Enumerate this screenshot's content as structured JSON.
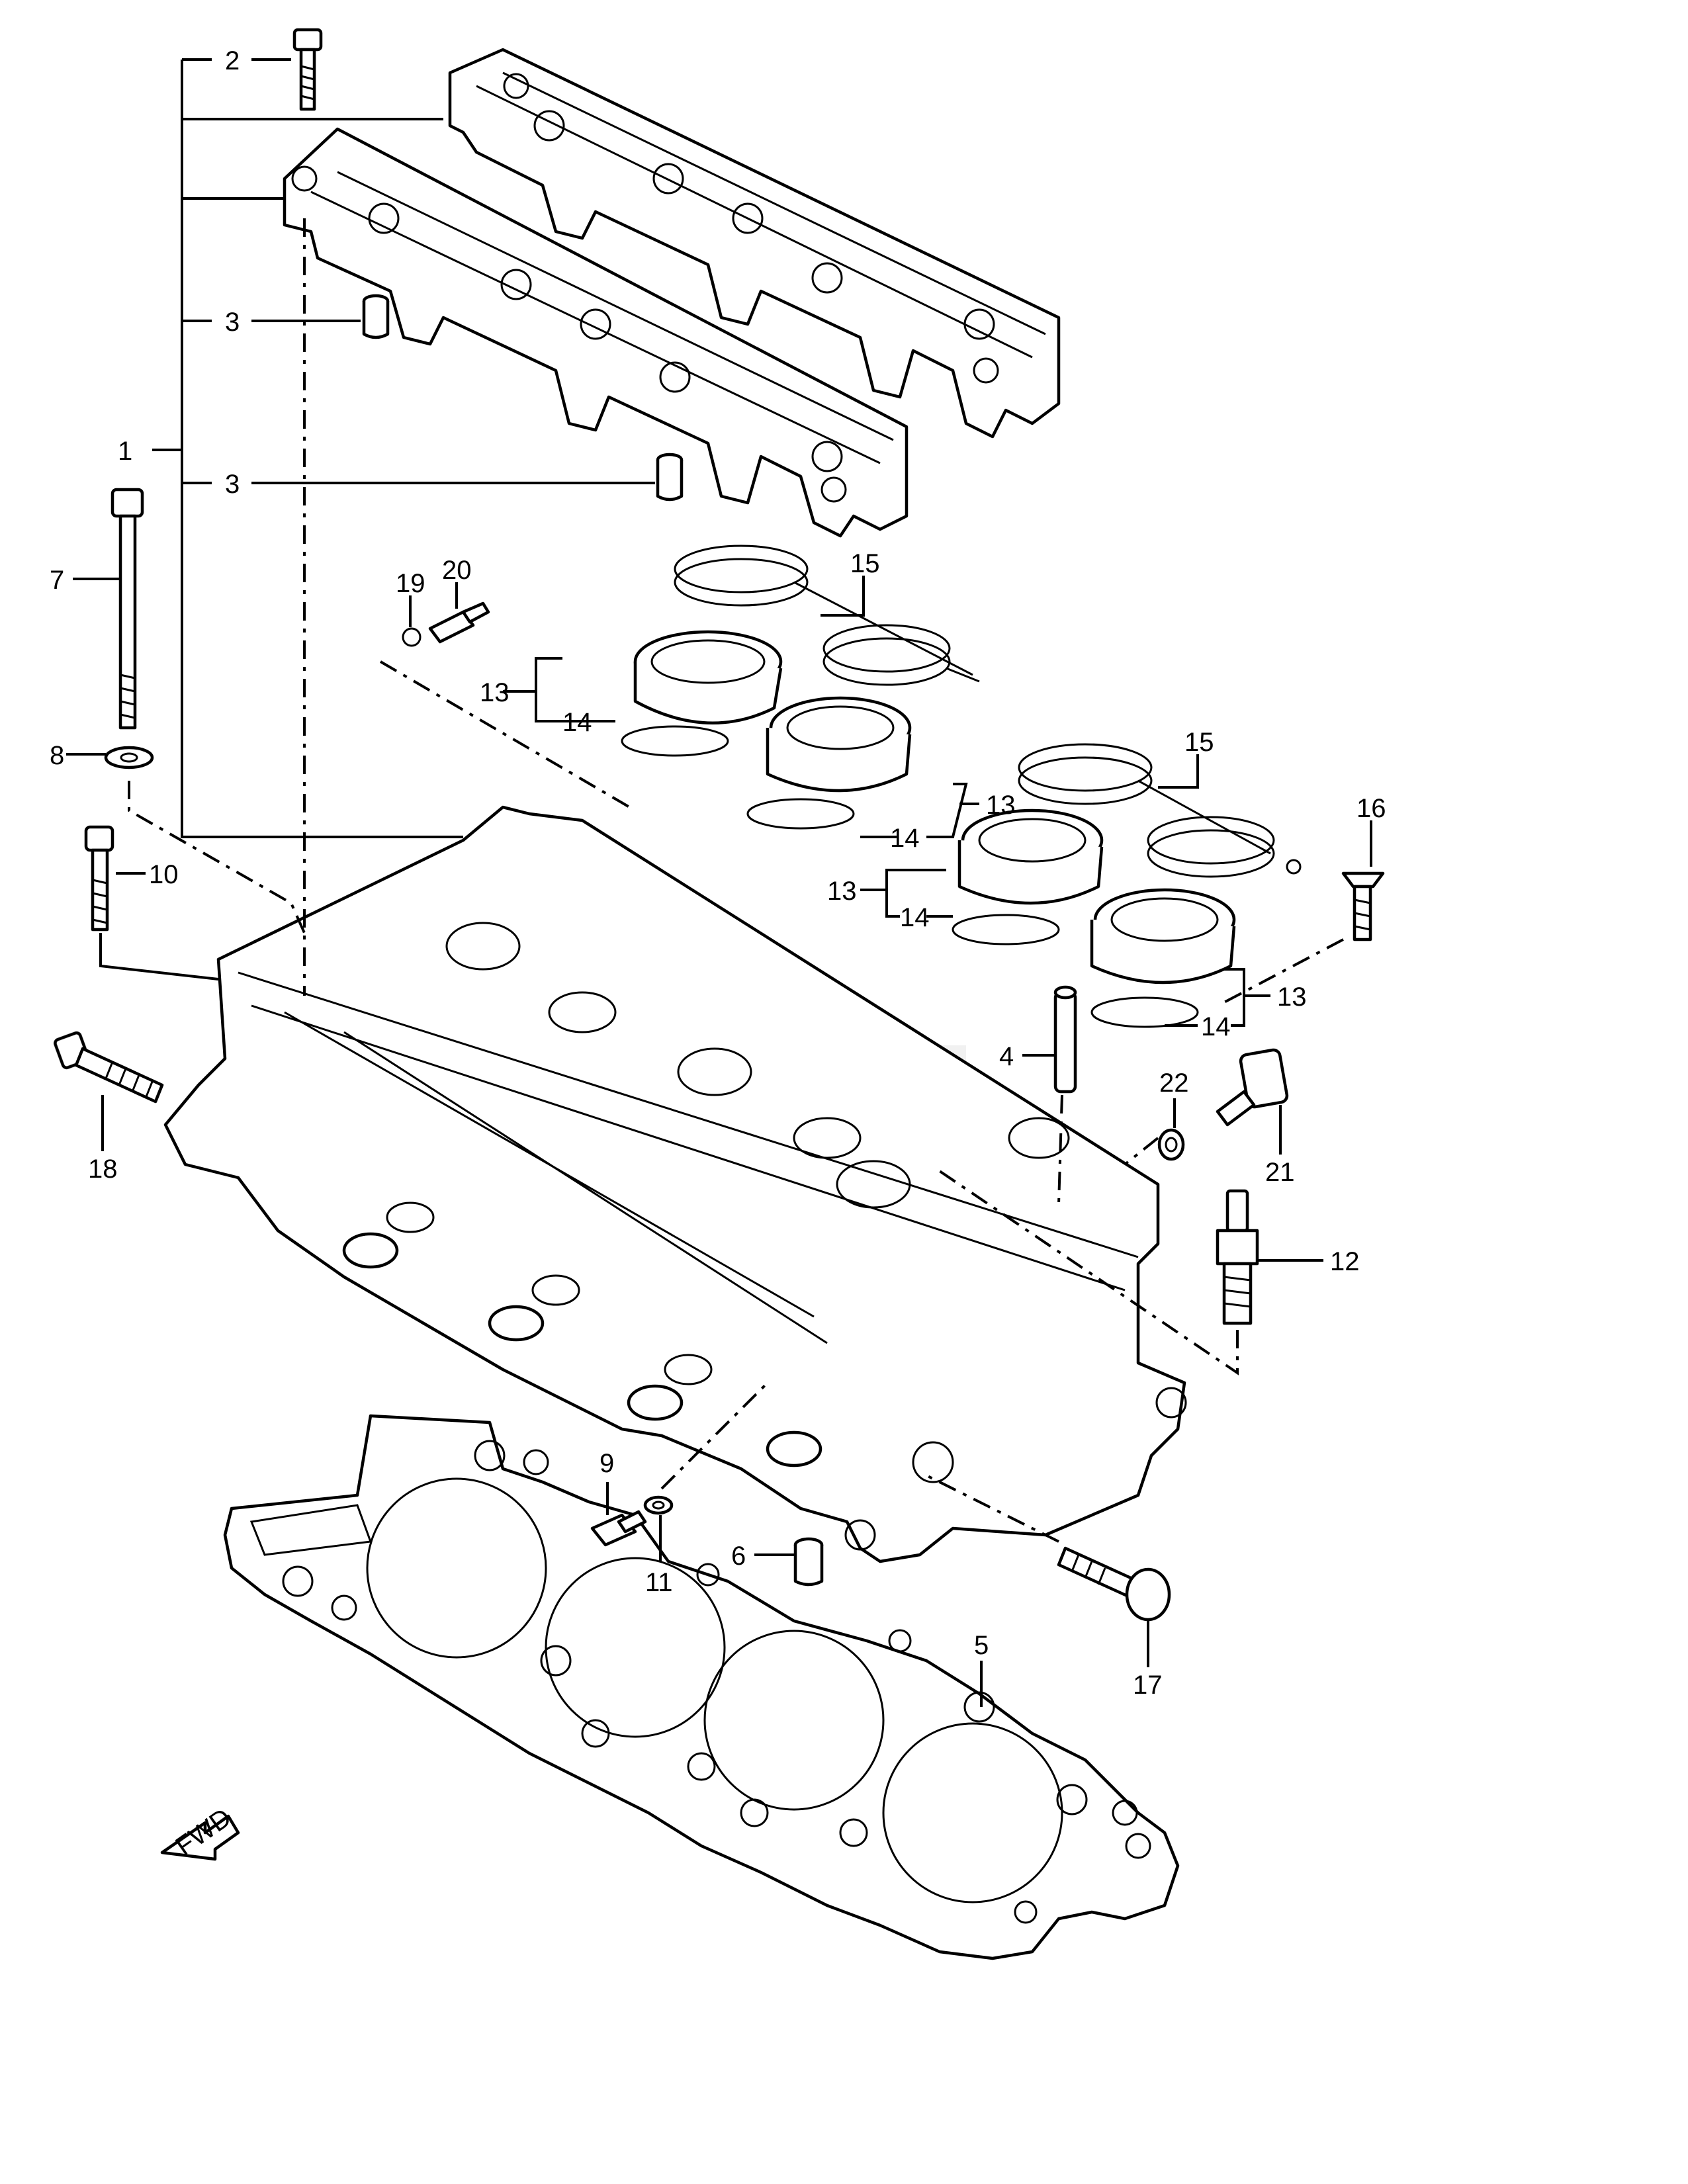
{
  "watermark": {
    "brand_text": "",
    "sub_text": ""
  },
  "fwd_label": "FWD",
  "callouts": [
    {
      "id": "c1",
      "text": "1"
    },
    {
      "id": "c2",
      "text": "2"
    },
    {
      "id": "c3a",
      "text": "3"
    },
    {
      "id": "c3b",
      "text": "3"
    },
    {
      "id": "c4",
      "text": "4"
    },
    {
      "id": "c5",
      "text": "5"
    },
    {
      "id": "c6",
      "text": "6"
    },
    {
      "id": "c7",
      "text": "7"
    },
    {
      "id": "c8",
      "text": "8"
    },
    {
      "id": "c9",
      "text": "9"
    },
    {
      "id": "c10",
      "text": "10"
    },
    {
      "id": "c11",
      "text": "11"
    },
    {
      "id": "c12",
      "text": "12"
    },
    {
      "id": "c13a",
      "text": "13"
    },
    {
      "id": "c13b",
      "text": "13"
    },
    {
      "id": "c13c",
      "text": "13"
    },
    {
      "id": "c13d",
      "text": "13"
    },
    {
      "id": "c14a",
      "text": "14"
    },
    {
      "id": "c14b",
      "text": "14"
    },
    {
      "id": "c14c",
      "text": "14"
    },
    {
      "id": "c14d",
      "text": "14"
    },
    {
      "id": "c15a",
      "text": "15"
    },
    {
      "id": "c15b",
      "text": "15"
    },
    {
      "id": "c16",
      "text": "16"
    },
    {
      "id": "c17",
      "text": "17"
    },
    {
      "id": "c18",
      "text": "18"
    },
    {
      "id": "c19",
      "text": "19"
    },
    {
      "id": "c20",
      "text": "20"
    },
    {
      "id": "c21",
      "text": "21"
    },
    {
      "id": "c22",
      "text": "22"
    }
  ]
}
